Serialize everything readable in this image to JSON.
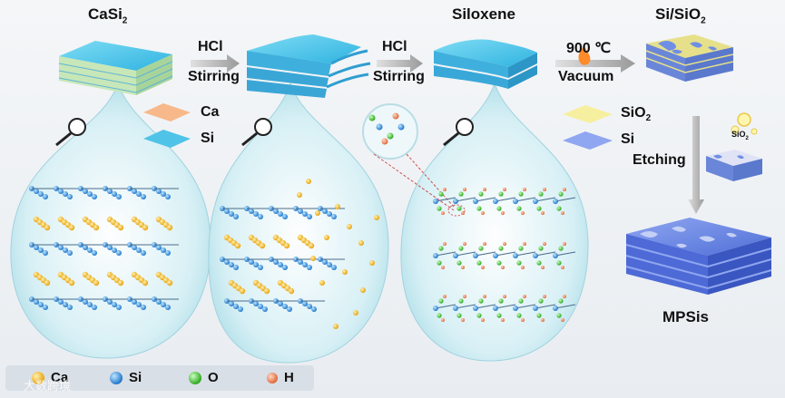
{
  "stages": {
    "casi2": "CaSi",
    "casi2_sub": "2",
    "siloxene": "Siloxene",
    "sisio2": "Si/SiO",
    "sisio2_sub": "2",
    "mpsis": "MPSis"
  },
  "arrows": {
    "step1_top": "HCl",
    "step1_bottom": "Stirring",
    "step2_top": "HCl",
    "step2_bottom": "Stirring",
    "step3_top": "900 ℃",
    "step3_bottom": "Vacuum",
    "step4": "Etching"
  },
  "layer_legend": {
    "ca": "Ca",
    "si": "Si",
    "sio2": "SiO",
    "sio2_sub": "2",
    "si2": "Si"
  },
  "bubble_label": "SiO",
  "bubble_label_sub": "2",
  "atom_legend": {
    "ca": "Ca",
    "si": "Si",
    "o": "O",
    "h": "H"
  },
  "watermark": "大数跨境",
  "colors": {
    "ca": "#f2b52a",
    "si": "#2f8fe0",
    "o": "#4cc93a",
    "h": "#f08a5a",
    "sheet": "#4fc3e8",
    "sio2": "#f7efa0",
    "si_sheet": "#7f9be8"
  }
}
